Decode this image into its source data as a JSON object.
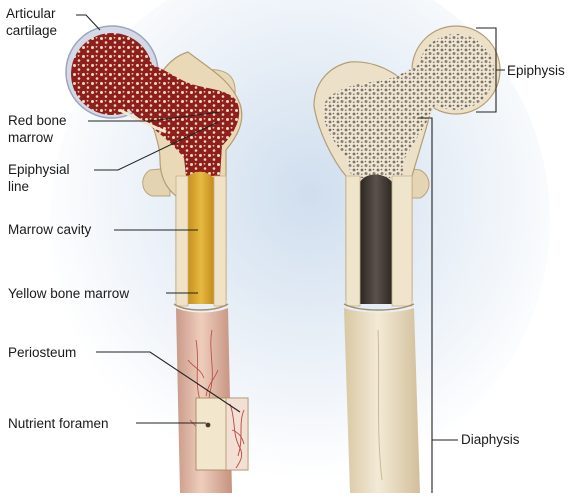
{
  "labels": {
    "articular_cartilage": [
      "Articular",
      "cartilage"
    ],
    "red_bone_marrow": [
      "Red bone",
      "marrow"
    ],
    "epiphysial_line": [
      "Epiphysial",
      "line"
    ],
    "marrow_cavity": "Marrow cavity",
    "yellow_bone_marrow": "Yellow bone marrow",
    "periosteum": "Periosteum",
    "nutrient_foramen": "Nutrient foramen",
    "epiphysis": "Epiphysis",
    "diaphysis": "Diaphysis"
  },
  "colors": {
    "background_glow": "#d9e6f2",
    "bone_shell": "#e9dcc0",
    "bone_shell_dark": "#c9b48e",
    "red_marrow": "#8e1f1c",
    "yellow_marrow": "#d9a62a",
    "spongy_bone": "#8a7f72",
    "cartilage": "#cfd6e4",
    "periosteum": "#e4b8a8",
    "leader_line": "#222222"
  }
}
